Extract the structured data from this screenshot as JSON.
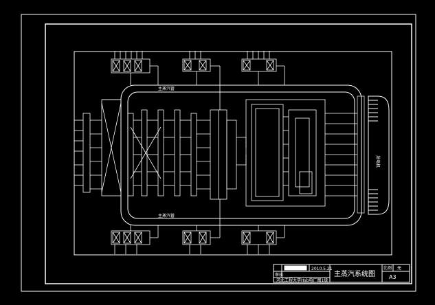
{
  "title_block": {
    "drawing_title": "主蒸汽系统图",
    "date": "2010.5.21",
    "school": "河北工程大学Hsb电厂图1级",
    "label_verify": "审核",
    "label_scale": "比例",
    "scale_value": "无",
    "sheet_size": "A3"
  },
  "diagram": {
    "pipe_label_top": "主蒸汽管",
    "pipe_label_bottom": "主蒸汽管",
    "generator_label": "发电机"
  },
  "colors": {
    "background": "#000000",
    "line": "#ffffff"
  }
}
